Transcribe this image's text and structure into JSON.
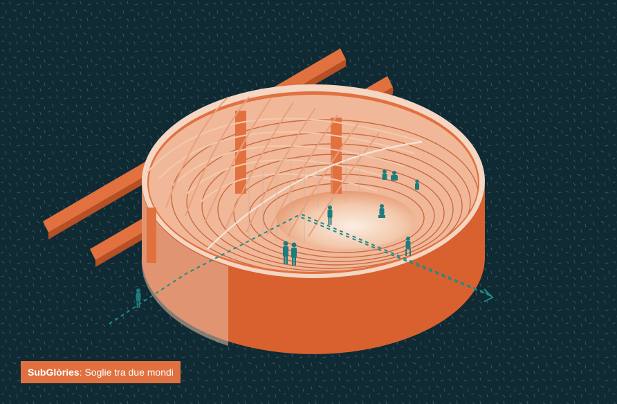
{
  "caption": {
    "project_name": "SubGlòries",
    "separator": ":",
    "subtitle": " Soglie tra due mondi"
  },
  "colors": {
    "background": "#0f2a33",
    "structure": "#e27140",
    "structure_dark": "#b84f25",
    "structure_light": "#f6d9c7",
    "figures": "#1e7c7c",
    "caption_bg": "#e0703f"
  },
  "illustration": {
    "subject": "isometric oval amphitheatre with timber gridshell roof",
    "figure_count": 9
  }
}
